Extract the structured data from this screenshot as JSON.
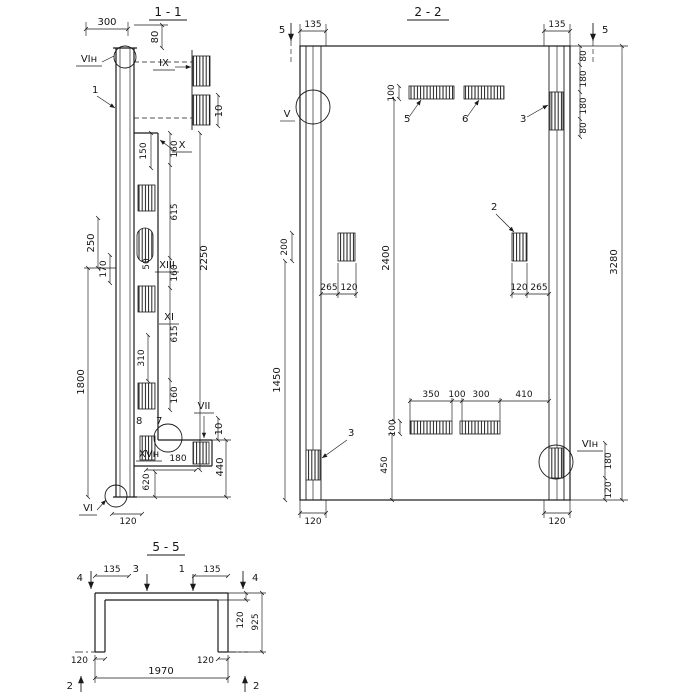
{
  "section_1_1": {
    "title": "1 - 1",
    "markers": {
      "vi_n": "VIн",
      "ix": "IX",
      "x": "X",
      "xiii": "XIII",
      "xi": "XI",
      "vii": "VII",
      "xv_n": "XVн",
      "vi": "VI"
    },
    "parts": {
      "p1": "1",
      "p7": "7",
      "p8": "8"
    },
    "dims": {
      "w300": "300",
      "h80": "80",
      "t10": "10",
      "v150": "150",
      "v160a": "160",
      "v615a": "615",
      "v160b": "160",
      "v615b": "615",
      "v160c": "160",
      "v2250": "2250",
      "v250": "250",
      "v170": "170",
      "v50": "50",
      "v310": "310",
      "v1800": "1800",
      "v620": "620",
      "h180": "180",
      "b10": "10",
      "v440": "440",
      "b120": "120"
    }
  },
  "section_2_2": {
    "title": "2 - 2",
    "cuts": {
      "c5l": "5",
      "c5r": "5"
    },
    "markers": {
      "v": "V",
      "vi_n": "VIн"
    },
    "parts": {
      "p5": "5",
      "p6": "6",
      "p3t": "3",
      "p2": "2",
      "p3b": "3"
    },
    "dims": {
      "t135l": "135",
      "t135r": "135",
      "r80a": "80",
      "r180a": "180",
      "r180b": "180",
      "r80b": "80",
      "h100t": "100",
      "l200": "200",
      "l1450": "1450",
      "c2400": "2400",
      "r3280": "3280",
      "ml265": "265",
      "ml120": "120",
      "mr120": "120",
      "mr265": "265",
      "b350": "350",
      "b100": "100",
      "b300": "300",
      "b410": "410",
      "b100v": "100",
      "b450": "450",
      "br180": "180",
      "br120": "120",
      "bl120": "120",
      "brr120": "120"
    }
  },
  "section_5_5": {
    "title": "5 - 5",
    "cuts": {
      "c4l": "4",
      "c3": "3",
      "c1": "1",
      "c4r": "4",
      "c2l": "2",
      "c2r": "2"
    },
    "dims": {
      "t135l": "135",
      "t135r": "135",
      "r120": "120",
      "r925": "925",
      "b120l": "120",
      "b120r": "120",
      "b1970": "1970"
    }
  }
}
